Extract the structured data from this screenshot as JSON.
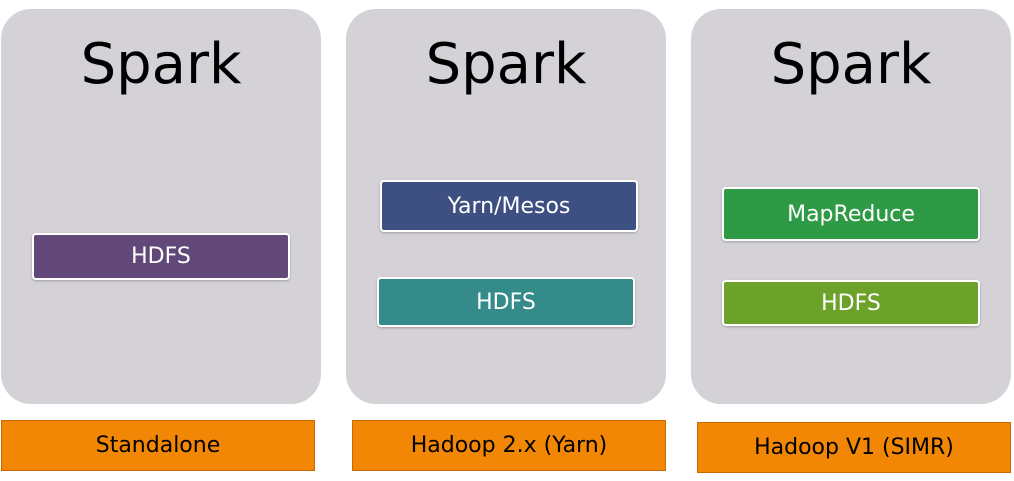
{
  "columns": [
    {
      "title": "Spark",
      "layers": [
        {
          "label": "HDFS",
          "color": "#614878"
        }
      ],
      "mode": "Standalone"
    },
    {
      "title": "Spark",
      "layers": [
        {
          "label": "Yarn/Mesos",
          "color": "#3d5081"
        },
        {
          "label": "HDFS",
          "color": "#358b8a"
        }
      ],
      "mode": "Hadoop 2.x (Yarn)"
    },
    {
      "title": "Spark",
      "layers": [
        {
          "label": "MapReduce",
          "color": "#2e9a45"
        },
        {
          "label": "HDFS",
          "color": "#6ca12a"
        }
      ],
      "mode": "Hadoop V1 (SIMR)"
    }
  ],
  "colors": {
    "panel": "#d4d2d7",
    "mode_box": "#f28705"
  }
}
